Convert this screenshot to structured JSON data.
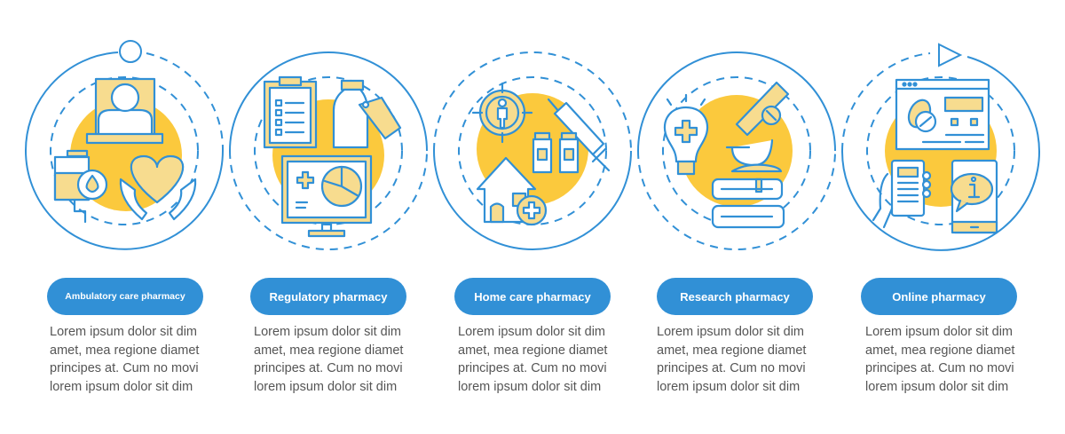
{
  "colors": {
    "line_blue": "#3190d6",
    "accent_yellow": "#fbc93d",
    "fill_light_yellow": "#f7dc8f",
    "text_gray": "#555555"
  },
  "steps": [
    {
      "title": "Ambulatory care pharmacy",
      "icons": [
        "patient-in-bed-icon",
        "iv-drip-icon",
        "blood-drop-icon",
        "heart-in-hands-icon"
      ],
      "connector": "circle-node",
      "lines": [
        "Lorem ipsum dolor sit dim",
        "amet, mea regione diamet",
        "principes at. Cum no movi",
        "lorem ipsum dolor sit dim"
      ]
    },
    {
      "title": "Regulatory pharmacy",
      "icons": [
        "clipboard-checklist-icon",
        "medicine-bottle-tag-icon",
        "monitor-pie-chart-icon"
      ],
      "lines": [
        "Lorem ipsum dolor sit dim",
        "amet, mea regione diamet",
        "principes at. Cum no movi",
        "lorem ipsum dolor sit dim"
      ]
    },
    {
      "title": "Home care pharmacy",
      "icons": [
        "target-person-icon",
        "syringe-icon",
        "vials-icon",
        "house-medical-cross-icon"
      ],
      "lines": [
        "Lorem ipsum dolor sit dim",
        "amet, mea regione diamet",
        "principes at. Cum no movi",
        "lorem ipsum dolor sit dim"
      ]
    },
    {
      "title": "Research pharmacy",
      "icons": [
        "lightbulb-cross-icon",
        "microscope-icon",
        "books-icon"
      ],
      "lines": [
        "Lorem ipsum dolor sit dim",
        "amet, mea regione diamet",
        "principes at. Cum no movi",
        "lorem ipsum dolor sit dim"
      ]
    },
    {
      "title": "Online pharmacy",
      "icons": [
        "browser-pills-icon",
        "phone-in-hand-icon",
        "smartphone-info-icon"
      ],
      "connector": "play-arrow",
      "lines": [
        "Lorem ipsum dolor sit dim",
        "amet, mea regione diamet",
        "principes at. Cum no movi",
        "lorem ipsum dolor sit dim"
      ]
    }
  ]
}
